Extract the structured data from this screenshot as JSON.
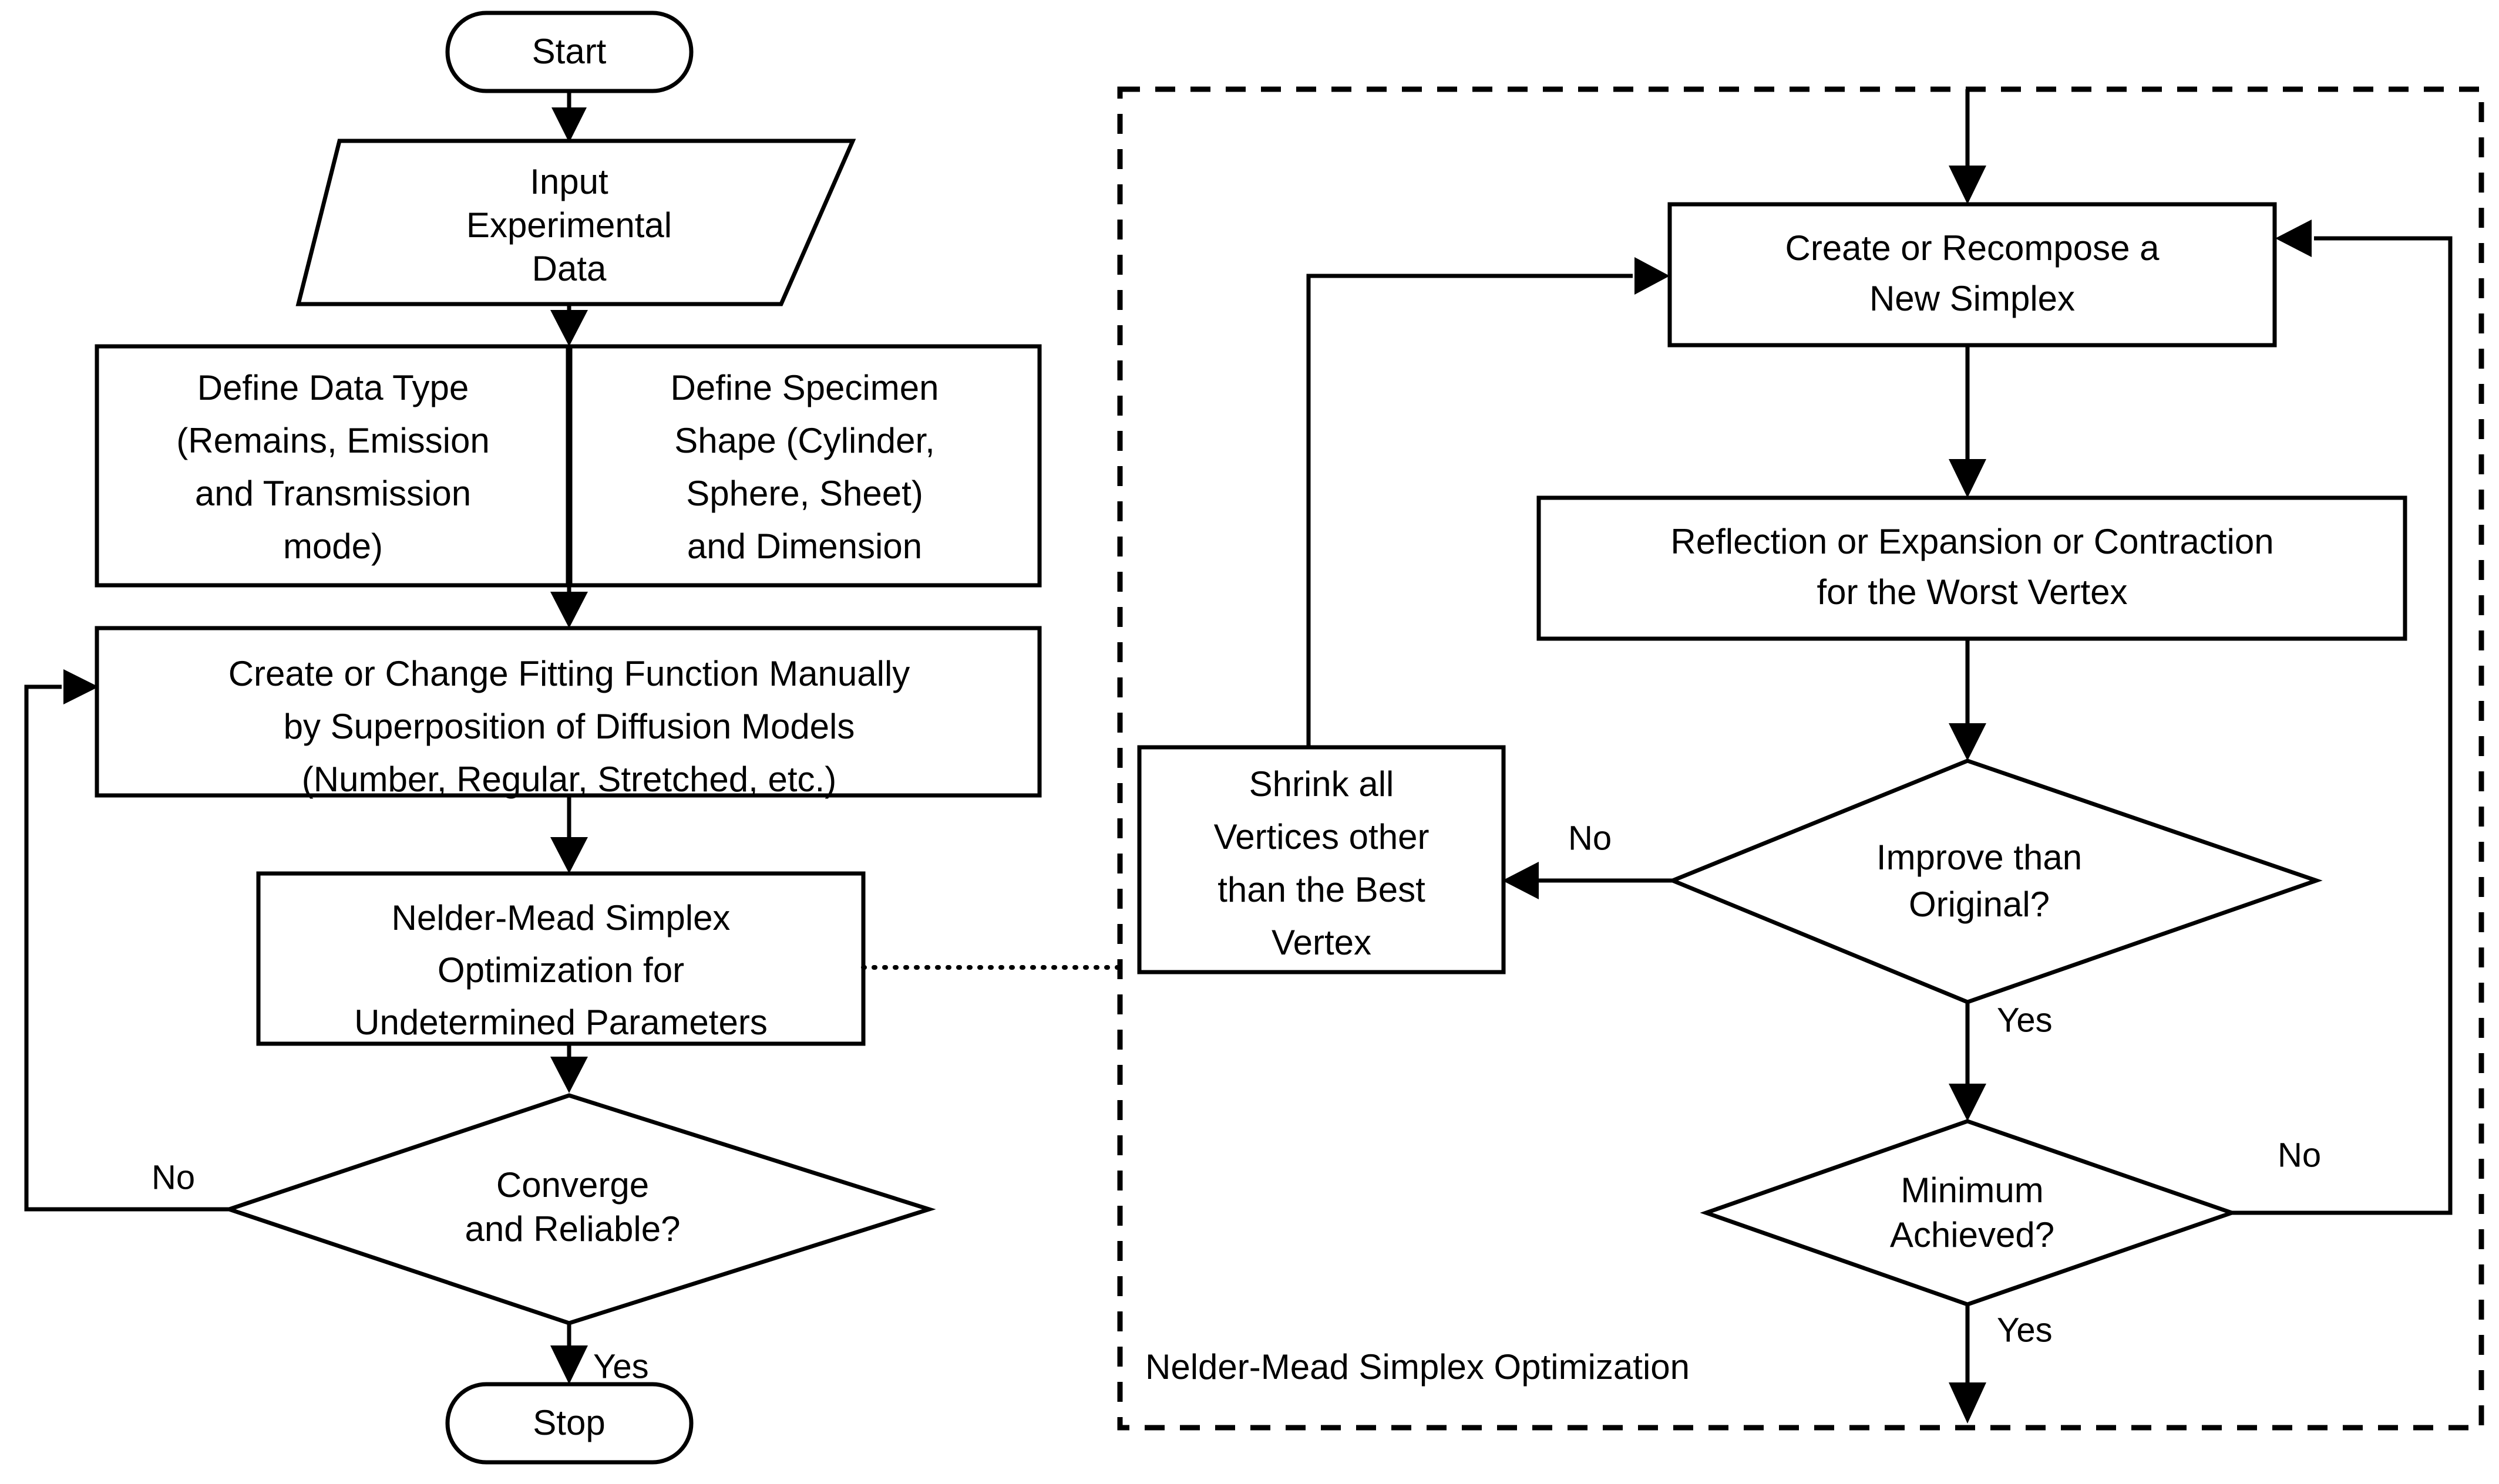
{
  "diagram": {
    "title": "Flowchart of fitting procedure with Nelder-Mead Simplex Optimization",
    "colors": {
      "stroke": "#000000",
      "background": "#ffffff",
      "text": "#000000"
    },
    "main_flow": {
      "start": {
        "label": "Start",
        "shape": "terminator"
      },
      "input": {
        "lines": [
          "Input",
          "Experimental",
          "Data"
        ],
        "shape": "parallelogram"
      },
      "define_left": {
        "lines": [
          "Define Data Type",
          "(Remains, Emission",
          "and Transmission",
          "mode)"
        ],
        "shape": "process"
      },
      "define_right": {
        "lines": [
          "Define Specimen",
          "Shape (Cylinder,",
          "Sphere, Sheet)",
          "and Dimension"
        ],
        "shape": "process"
      },
      "fitting": {
        "lines": [
          "Create or Change Fitting Function Manually",
          "by Superposition of Diffusion Models",
          "(Number, Regular, Stretched, etc.)"
        ],
        "shape": "process"
      },
      "nelder_mead": {
        "lines": [
          "Nelder-Mead Simplex",
          "Optimization for",
          "Undetermined Parameters"
        ],
        "shape": "process"
      },
      "converge": {
        "lines": [
          "Converge",
          "and Reliable?"
        ],
        "shape": "decision",
        "no_label": "No",
        "yes_label": "Yes"
      },
      "stop": {
        "label": "Stop",
        "shape": "terminator"
      }
    },
    "subprocess": {
      "group_label": "Nelder-Mead Simplex Optimization",
      "border": "dashed",
      "create_simplex": {
        "lines": [
          "Create or Recompose a",
          "New Simplex"
        ],
        "shape": "process"
      },
      "reflection": {
        "lines": [
          "Reflection or Expansion or Contraction",
          "for the Worst Vertex"
        ],
        "shape": "process"
      },
      "shrink": {
        "lines": [
          "Shrink all",
          "Vertices other",
          "than the Best",
          "Vertex"
        ],
        "shape": "process"
      },
      "improve": {
        "lines": [
          "Improve than",
          "Original?"
        ],
        "shape": "decision",
        "no_label": "No",
        "yes_label": "Yes"
      },
      "minimum": {
        "lines": [
          "Minimum",
          "Achieved?"
        ],
        "shape": "decision",
        "no_label": "No",
        "yes_label": "Yes"
      }
    }
  }
}
